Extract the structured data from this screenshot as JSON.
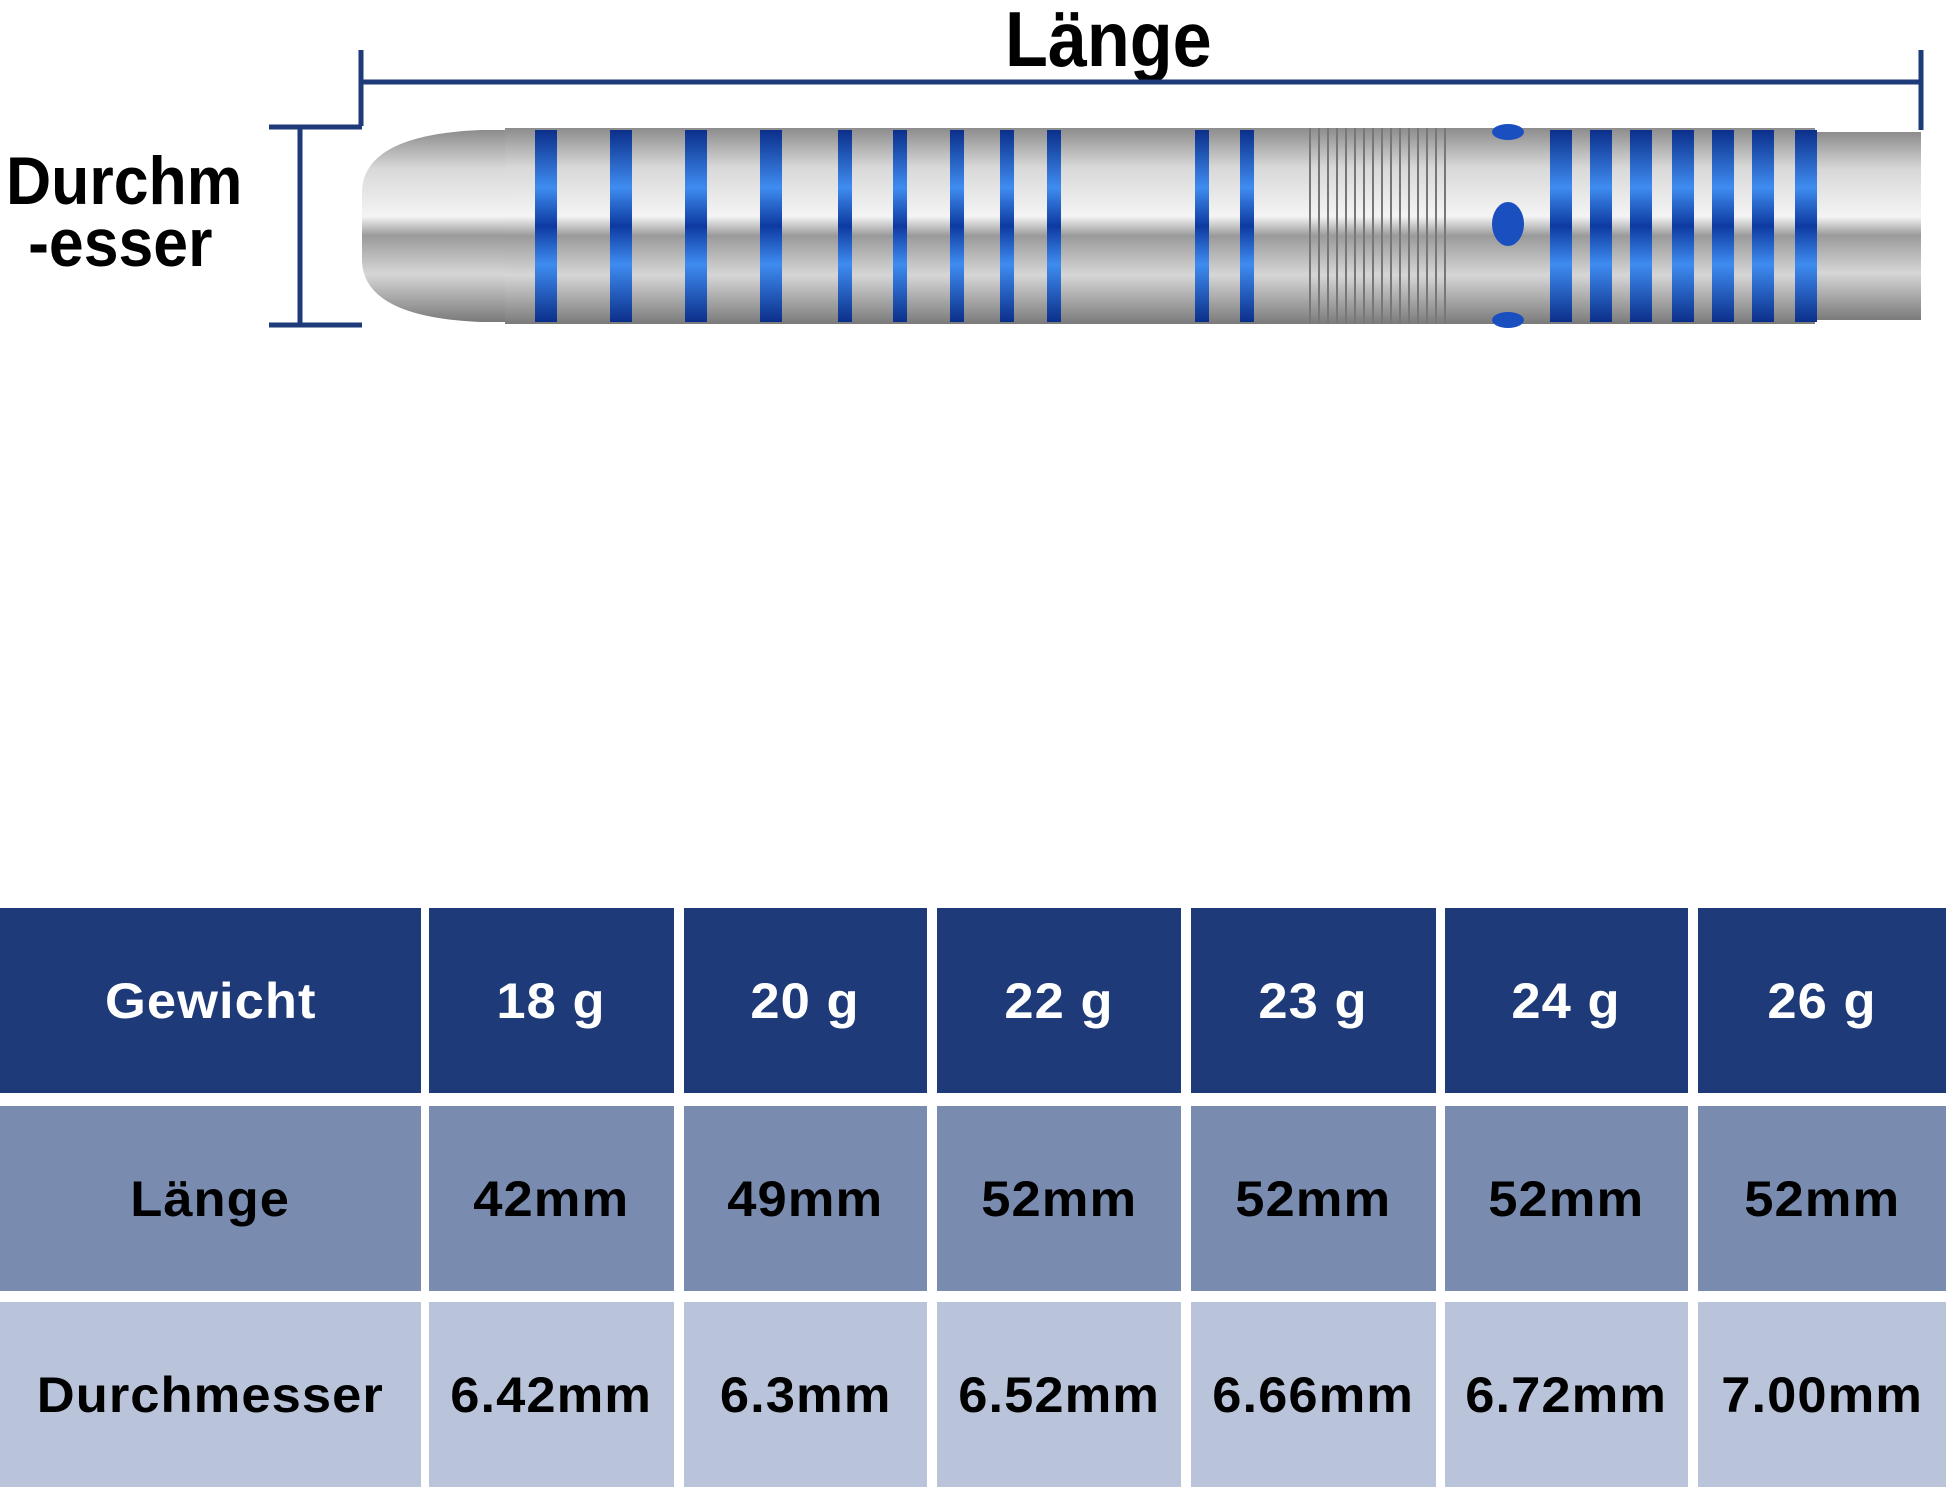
{
  "diagram": {
    "length_label": "Länge",
    "diameter_label_line1": "Durchm",
    "diameter_label_line2": "-esser",
    "accent_color": "#1e3a78",
    "band_color": "#1a5fd0"
  },
  "table": {
    "rows": [
      {
        "label": "Gewicht",
        "values": [
          "18 g",
          "20 g",
          "22 g",
          "23 g",
          "24 g",
          "26 g"
        ]
      },
      {
        "label": "Länge",
        "values": [
          "42mm",
          "49mm",
          "52mm",
          "52mm",
          "52mm",
          "52mm"
        ]
      },
      {
        "label": "Durchmesser",
        "values": [
          "6.42mm",
          "6.3mm",
          "6.52mm",
          "6.66mm",
          "6.72mm",
          "7.00mm"
        ]
      }
    ],
    "colors": {
      "header": "#1e3a78",
      "row2": "#7a8bb0",
      "row3": "#b9c3da"
    }
  }
}
